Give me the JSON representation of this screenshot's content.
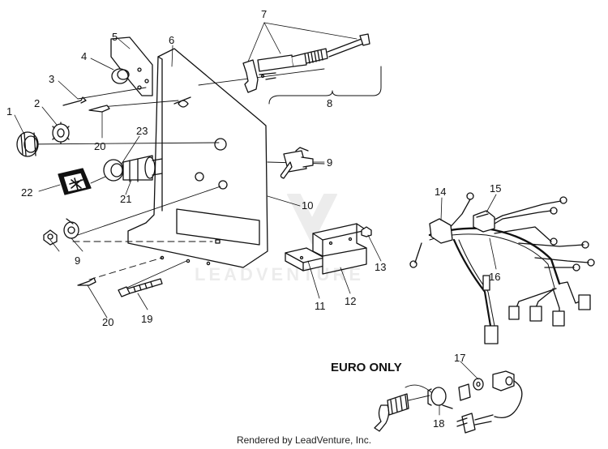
{
  "diagram": {
    "callouts": {
      "c1": "1",
      "c2": "2",
      "c3": "3",
      "c4": "4",
      "c5": "5",
      "c6": "6",
      "c7": "7",
      "c8": "8",
      "c9a": "9",
      "c9b": "9",
      "c10": "10",
      "c11": "11",
      "c12": "12",
      "c13": "13",
      "c14": "14",
      "c15": "15",
      "c16": "16",
      "c17": "17",
      "c18": "18",
      "c19": "19",
      "c20a": "20",
      "c20b": "20",
      "c21": "21",
      "c22": "22",
      "c23": "23"
    },
    "euro_label": "EURO ONLY",
    "watermark": "LEADVENTURE"
  },
  "footer": {
    "rendered_by": "Rendered by LeadVenture, Inc."
  }
}
